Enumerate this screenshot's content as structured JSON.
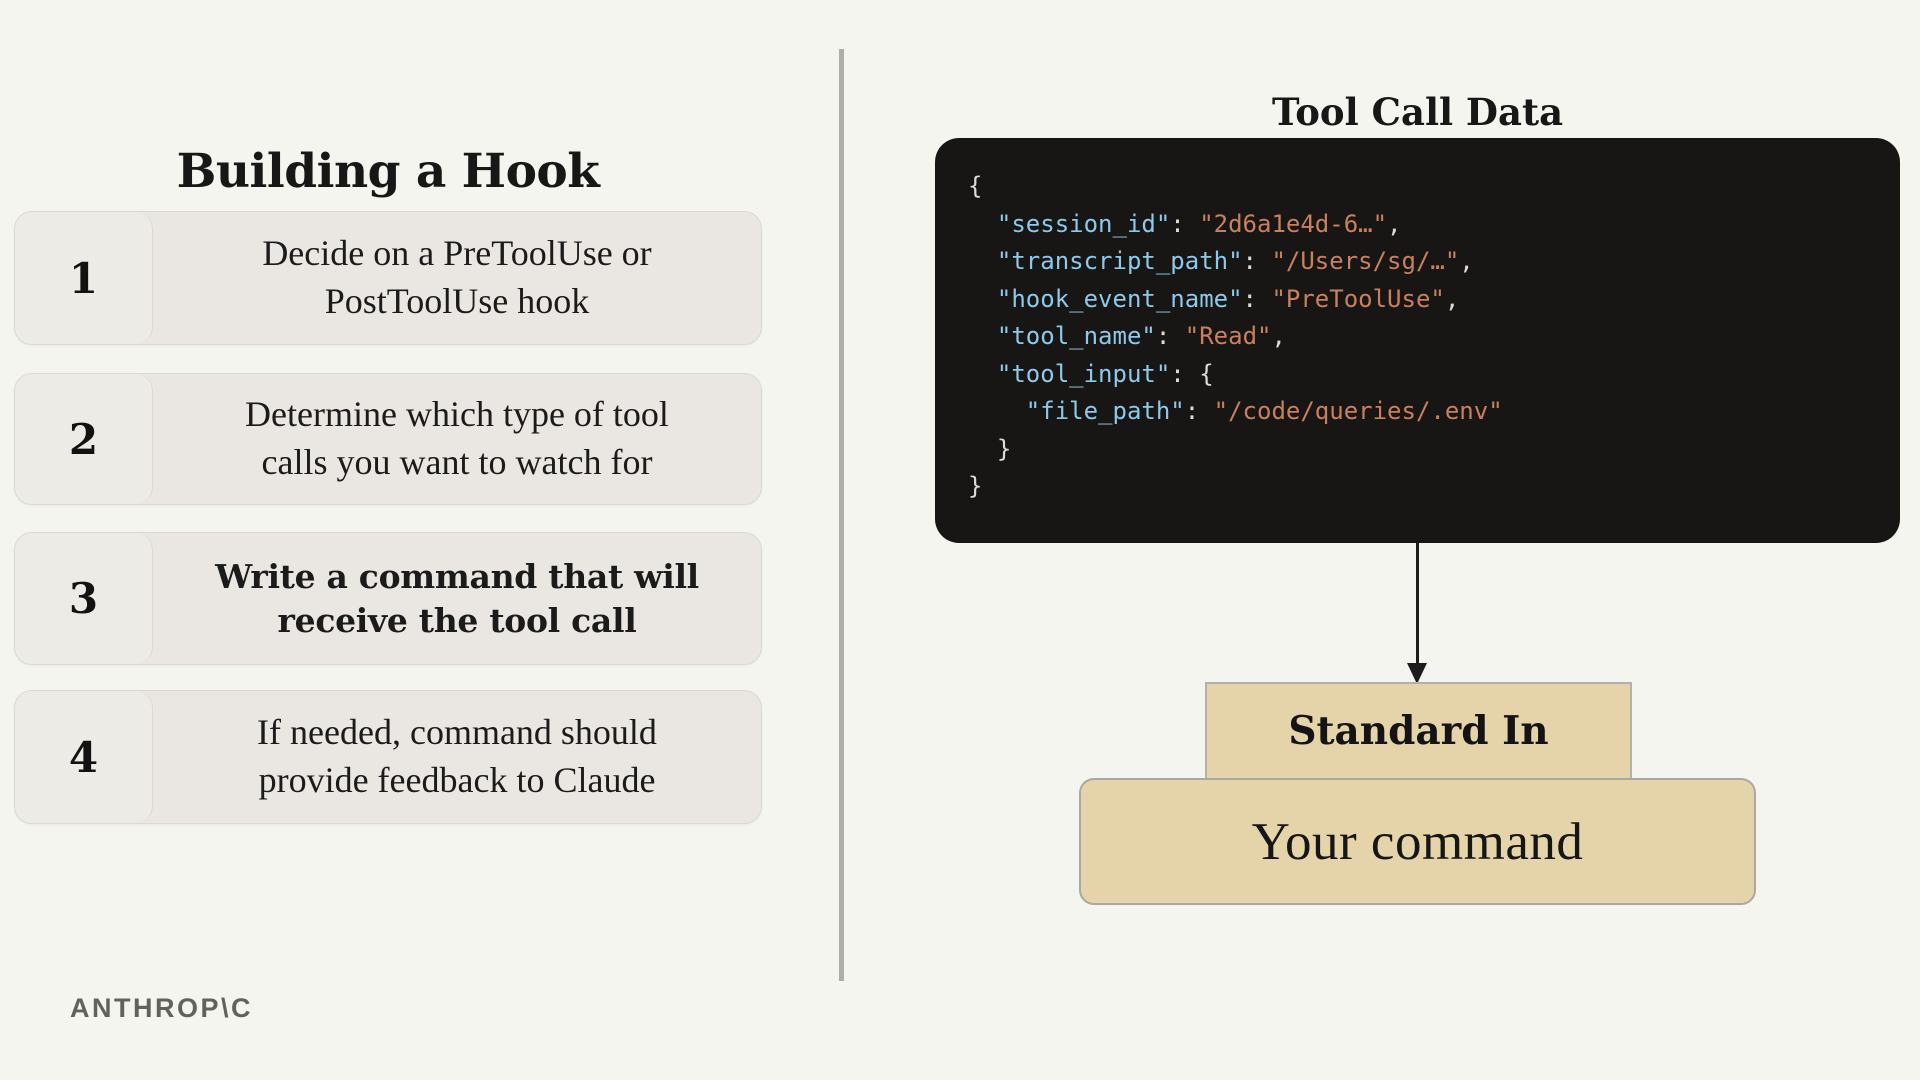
{
  "theme": {
    "bg": "#f4f5ef",
    "row-bg": "#eae7e2",
    "cell-bg": "#edebe6",
    "code-bg": "#171614",
    "tok-key": "#8ec9e9",
    "tok-string": "#c8805f",
    "tok-punct": "#dcdcda",
    "tan": "#e5d4a9",
    "tan-border": "#a9a9a1",
    "divider": "#aeaea6",
    "logo": "#62625b"
  },
  "left": {
    "title": "Building a Hook",
    "steps": [
      {
        "number": "1",
        "lines": [
          "Decide on a PreToolUse or",
          "PostToolUse hook"
        ]
      },
      {
        "number": "2",
        "lines": [
          "Determine which type of tool",
          "calls you want to watch for"
        ]
      },
      {
        "number": "3",
        "lines": [
          "Write a command that will",
          "receive the tool call"
        ]
      },
      {
        "number": "4",
        "lines": [
          "If needed, command should",
          "provide feedback to Claude"
        ]
      }
    ]
  },
  "right": {
    "title": "Tool Call Data",
    "code": {
      "lines": [
        [
          {
            "t": "{",
            "c": "punct"
          }
        ],
        [
          {
            "t": "  ",
            "c": "punct"
          },
          {
            "t": "\"session_id\"",
            "c": "key"
          },
          {
            "t": ": ",
            "c": "punct"
          },
          {
            "t": "\"2d6a1e4d-6…\"",
            "c": "string"
          },
          {
            "t": ",",
            "c": "punct"
          }
        ],
        [
          {
            "t": "  ",
            "c": "punct"
          },
          {
            "t": "\"transcript_path\"",
            "c": "key"
          },
          {
            "t": ": ",
            "c": "punct"
          },
          {
            "t": "\"/Users/sg/…\"",
            "c": "string"
          },
          {
            "t": ",",
            "c": "punct"
          }
        ],
        [
          {
            "t": "  ",
            "c": "punct"
          },
          {
            "t": "\"hook_event_name\"",
            "c": "key"
          },
          {
            "t": ": ",
            "c": "punct"
          },
          {
            "t": "\"PreToolUse\"",
            "c": "string"
          },
          {
            "t": ",",
            "c": "punct"
          }
        ],
        [
          {
            "t": "  ",
            "c": "punct"
          },
          {
            "t": "\"tool_name\"",
            "c": "key"
          },
          {
            "t": ": ",
            "c": "punct"
          },
          {
            "t": "\"Read\"",
            "c": "string"
          },
          {
            "t": ",",
            "c": "punct"
          }
        ],
        [
          {
            "t": "  ",
            "c": "punct"
          },
          {
            "t": "\"tool_input\"",
            "c": "key"
          },
          {
            "t": ": {",
            "c": "punct"
          }
        ],
        [
          {
            "t": "    ",
            "c": "punct"
          },
          {
            "t": "\"file_path\"",
            "c": "key"
          },
          {
            "t": ": ",
            "c": "punct"
          },
          {
            "t": "\"/code/queries/.env\"",
            "c": "string"
          }
        ],
        [
          {
            "t": "  }",
            "c": "punct"
          }
        ],
        [
          {
            "t": "}",
            "c": "punct"
          }
        ]
      ]
    },
    "flow": {
      "standard_in_label": "Standard In",
      "your_command_label": "Your command"
    }
  },
  "footer": {
    "logo_text": "ANTHROP\\C"
  }
}
